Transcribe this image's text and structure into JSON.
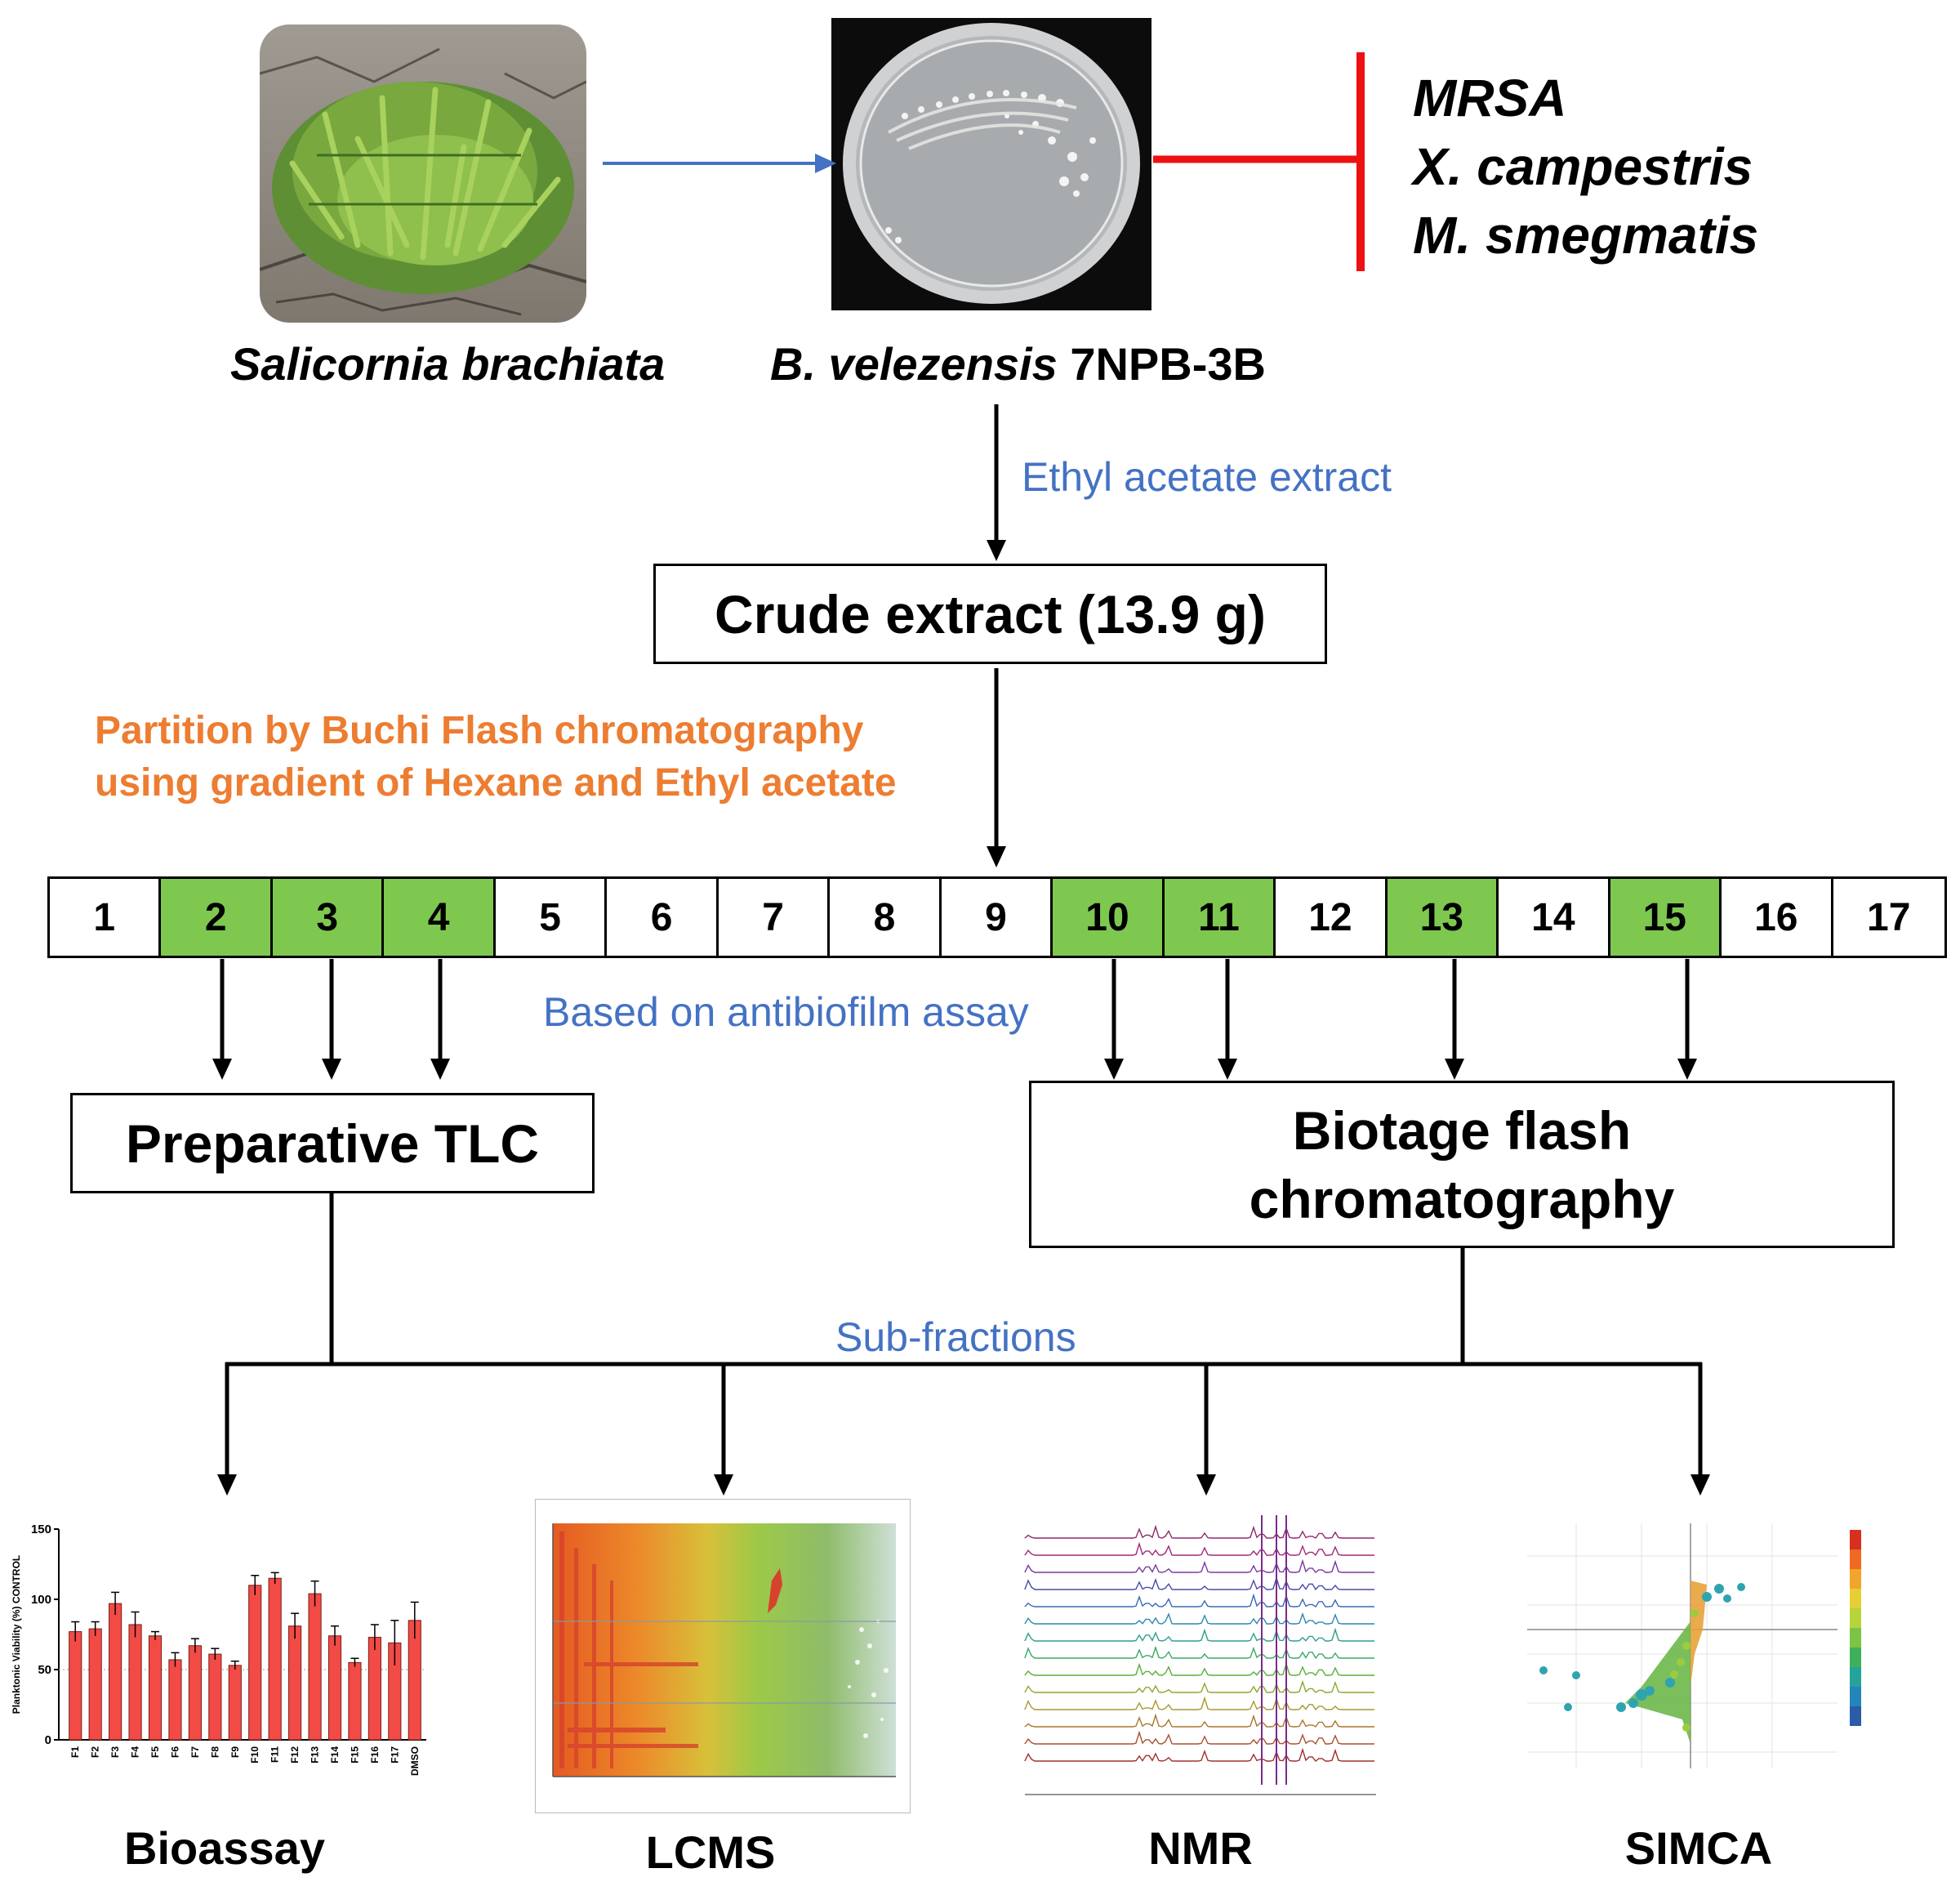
{
  "organisms": {
    "plant_name": "Salicornia brachiata",
    "bacterium_italic": "B. velezensis",
    "bacterium_strain": "7NPB-3B",
    "targets": [
      "MRSA",
      "X. campestris",
      "M. smegmatis"
    ]
  },
  "steps": {
    "extraction_label": "Ethyl acetate extract",
    "crude_extract": "Crude extract (13.9 g)",
    "partition_line1": "Partition by Buchi Flash chromatography",
    "partition_line2": "using gradient of Hexane and Ethyl acetate",
    "assay_label": "Based on antibiofilm assay",
    "prep_tlc": "Preparative TLC",
    "biotage_line1": "Biotage flash",
    "biotage_line2": "chromatography",
    "subfractions_label": "Sub-fractions"
  },
  "fractions": [
    {
      "label": "1",
      "active": false
    },
    {
      "label": "2",
      "active": true
    },
    {
      "label": "3",
      "active": true
    },
    {
      "label": "4",
      "active": true
    },
    {
      "label": "5",
      "active": false
    },
    {
      "label": "6",
      "active": false
    },
    {
      "label": "7",
      "active": false
    },
    {
      "label": "8",
      "active": false
    },
    {
      "label": "9",
      "active": false
    },
    {
      "label": "10",
      "active": true
    },
    {
      "label": "11",
      "active": true
    },
    {
      "label": "12",
      "active": false
    },
    {
      "label": "13",
      "active": true
    },
    {
      "label": "14",
      "active": false
    },
    {
      "label": "15",
      "active": true
    },
    {
      "label": "16",
      "active": false
    },
    {
      "label": "17",
      "active": false
    }
  ],
  "analyses": {
    "bioassay": "Bioassay",
    "lcms": "LCMS",
    "nmr": "NMR",
    "simca": "SIMCA"
  },
  "colors": {
    "active_fraction": "#7ec850",
    "blue_text": "#4472c4",
    "orange_text": "#ed7d31",
    "inhibit_red": "#ee1111",
    "bar_red": "#f24b45"
  },
  "chart_data": {
    "type": "bar",
    "ylabel": "Planktonic Viability (%) CONTROL",
    "ylim": [
      0,
      150
    ],
    "yticks": [
      0,
      50,
      100,
      150
    ],
    "categories": [
      "F1",
      "F2",
      "F3",
      "F4",
      "F5",
      "F6",
      "F7",
      "F8",
      "F9",
      "F10",
      "F11",
      "F12",
      "F13",
      "F14",
      "F15",
      "F16",
      "F17",
      "DMSO"
    ],
    "values": [
      77,
      79,
      97,
      82,
      74,
      57,
      67,
      61,
      53,
      110,
      115,
      81,
      104,
      74,
      55,
      73,
      69,
      85
    ],
    "errors": [
      7,
      5,
      8,
      9,
      3,
      5,
      5,
      4,
      3,
      7,
      4,
      9,
      9,
      7,
      3,
      9,
      16,
      13
    ]
  }
}
